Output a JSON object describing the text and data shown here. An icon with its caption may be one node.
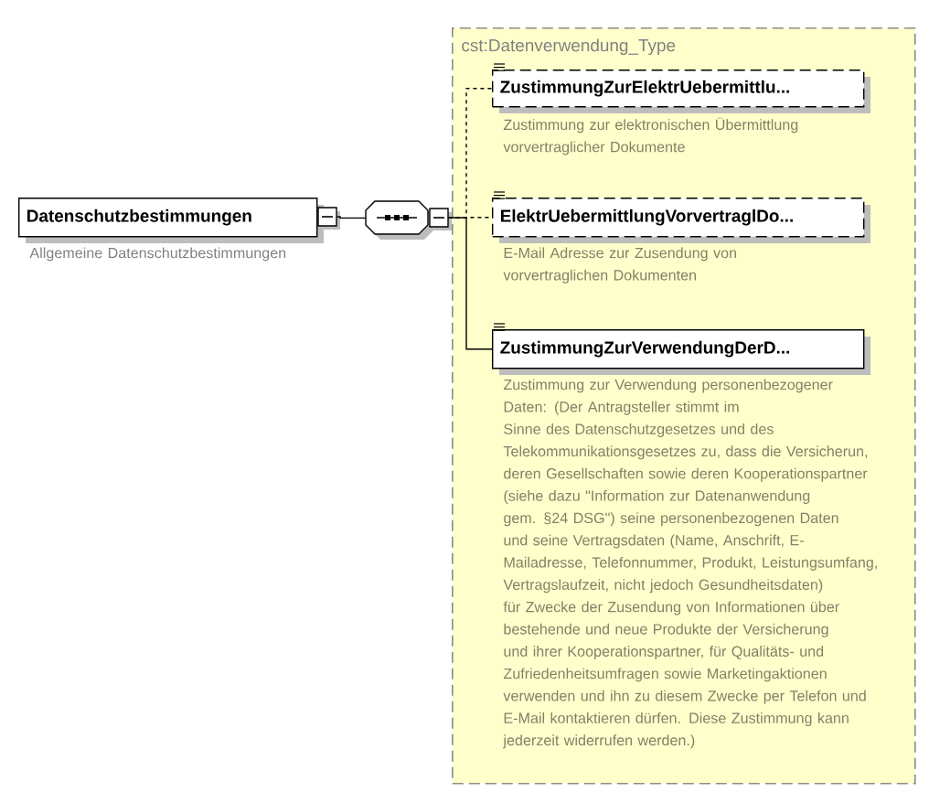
{
  "diagram": {
    "nodes": [
      {
        "text": [
          "cst:Datenverwendung_Type"
        ]
      },
      {
        "text": [
          "Datenschutzbestimmungen"
        ],
        "beside": [
          "Allgemeine Datenschutzbestimmungen"
        ]
      },
      {
        "text": [],
        "shape": "octagon"
      },
      {
        "text": [
          "ZustimmungZurElektrUebermittlu..."
        ],
        "beside": [
          "Zustimmung zur elektronischen Übermittlung vorvertraglicher Dokumente"
        ],
        "in": 0
      },
      {
        "text": [
          "ElektrUebermittlungVorvertraglDo..."
        ],
        "beside": [
          "E-Mail Adresse zur Zusendung von vorvertraglichen Dokumenten"
        ],
        "in": 0
      },
      {
        "text": [
          "ZustimmungZurVerwendungDerD..."
        ],
        "beside": [
          "Zustimmung zur Verwendung personenbezogener Daten: (Der Antragsteller stimmt im Sinne des Datenschutzgesetzes und des Telekommunikationsgesetzes zu, dass die Versicherun, deren Gesellschaften sowie deren Kooperationspartner (siehe dazu \"Information zur Datenanwendung gem. §24 DSG\") seine personenbezogenen Daten und seine Vertragsdaten (Name, Anschrift, E-Mailadresse, Telefonnummer, Produkt, Leistungsumfang, Vertragslaufzeit, nicht jedoch Gesundheitsdaten) für Zwecke der Zusendung von Informationen über bestehende und neue Produkte der Versicherung und ihrer Kooperationspartner, für Qualitäts- und Zufriedenheitsumfragen sowie Marketingaktionen verwenden und ihn zu diesem Zwecke per Telefon und E-Mail kontaktieren dürfen. Diese Zustimmung kann jederzeit widerrufen werden.)"
        ],
        "in": 0
      }
    ],
    "edges": [
      {
        "from": 1,
        "to": 2,
        "arrow": "none"
      },
      {
        "from": 2,
        "to": 3,
        "arrow": "none",
        "style": "dashed"
      },
      {
        "from": 2,
        "to": 4,
        "arrow": "none",
        "style": "dashed"
      },
      {
        "from": 2,
        "to": 5,
        "arrow": "none"
      }
    ]
  }
}
